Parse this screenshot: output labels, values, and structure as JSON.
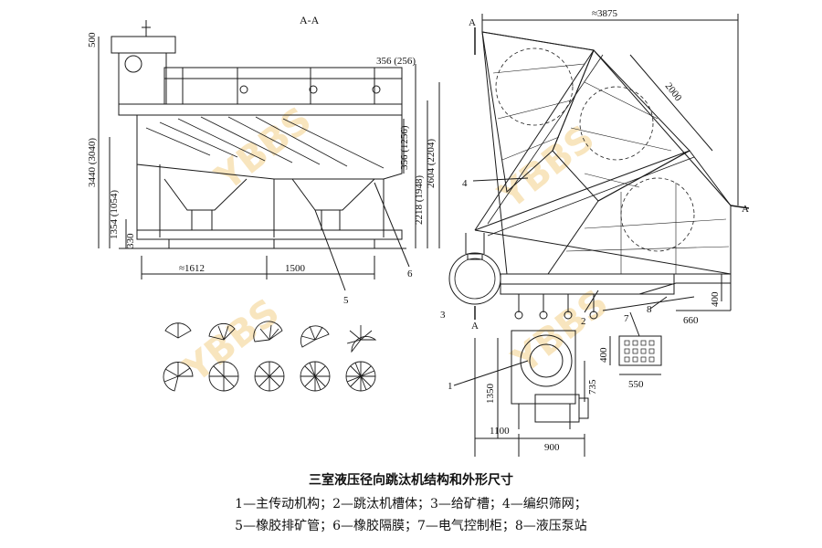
{
  "section_label": "A-A",
  "watermark": "YBBS",
  "colors": {
    "line": "#1a1a1a",
    "watermark": "#f3d08a"
  },
  "left_view": {
    "dims": {
      "top_500": "500",
      "height_3440": "3440 (3040)",
      "height_1354": "1354 (1054)",
      "height_330": "330",
      "width_1612": "≈1612",
      "width_1500": "1500",
      "d_356_256": "356 (256)",
      "d_356_1256": "356 (1256)",
      "d_2218": "2218 (1948)",
      "d_2604": "2604 (2204)"
    },
    "callouts": {
      "c5": "5",
      "c6": "6"
    }
  },
  "right_view": {
    "dims": {
      "width_3875": "≈3875",
      "len_2000": "2000",
      "d_400_right": "400",
      "d_660": "660",
      "d_400_box": "400",
      "d_550": "550",
      "d_1350": "1350",
      "d_735": "735",
      "d_1100": "1100",
      "d_900": "900"
    },
    "callouts": {
      "c1": "1",
      "c2": "2",
      "c3": "3",
      "c4": "4",
      "c7": "7",
      "c8": "8",
      "a_mark_top": "A",
      "a_mark_right": "A",
      "a_mark_bottom": "A"
    }
  },
  "caption": {
    "title": "三室液压径向跳汰机结构和外形尺寸",
    "line1": "1—主传动机构；2—跳汰机槽体；3—给矿槽；4—编织筛网；",
    "line2": "5—橡胶排矿管；6—橡胶隔膜；7—电气控制柜；8—液压泵站"
  }
}
